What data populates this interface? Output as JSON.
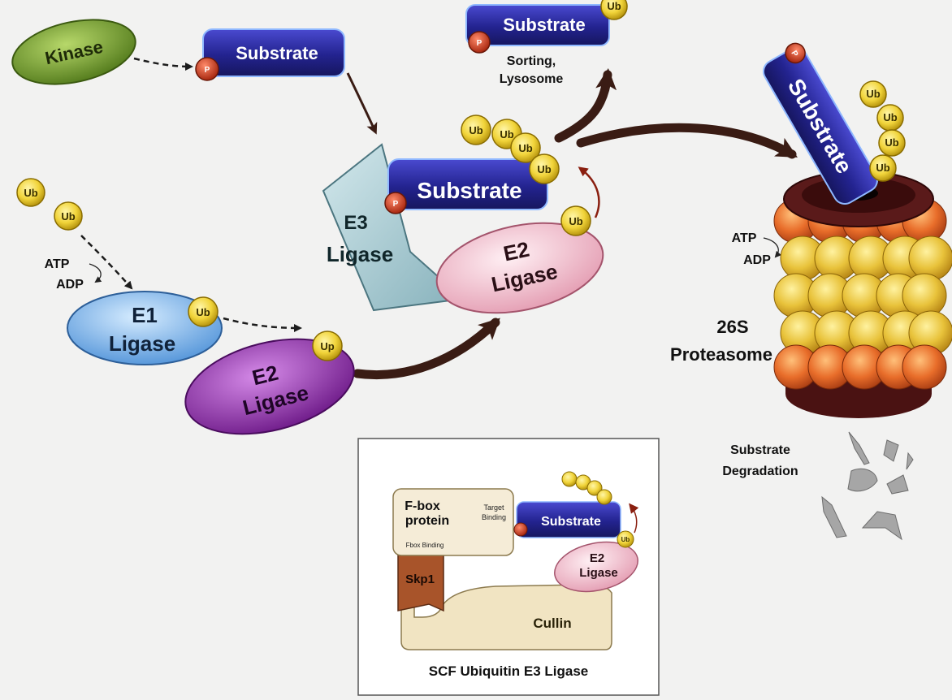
{
  "labels": {
    "kinase": "Kinase",
    "substrate": "Substrate",
    "p": "P",
    "ub": "Ub",
    "ub_alt": "Up",
    "sorting": "Sorting,",
    "lysosome": "Lysosome",
    "e1": "E1",
    "e2": "E2",
    "e3": "E3",
    "ligase": "Ligase",
    "atp": "ATP",
    "adp": "ADP",
    "proteasome_26s": "26S",
    "proteasome": "Proteasome",
    "degradation_1": "Substrate",
    "degradation_2": "Degradation"
  },
  "inset": {
    "title": "SCF Ubiquitin E3 Ligase",
    "fbox_1": "F-box",
    "fbox_2": "protein",
    "target_1": "Target",
    "target_2": "Binding",
    "fbox_small": "Fbox Binding",
    "skp1": "Skp1",
    "cullin": "Cullin",
    "substrate": "Substrate",
    "e2": "E2",
    "ligase": "Ligase",
    "ub": "Ub"
  },
  "colors": {
    "background": "#f2f2f1",
    "kinase": "#6f9a2a",
    "substrate": "#23238f",
    "phosphate": "#d03a1c",
    "ubiquitin": "#f1d43a",
    "e1": "#7fb7ee",
    "e2_free": "#8d2aa6",
    "e2_bound": "#f0b6c6",
    "e3": "#a9c9d0",
    "proteasome_ring": "#5a1a1a",
    "proteasome_sphere": "#e8c23a",
    "arrow": "#3a1c14"
  }
}
